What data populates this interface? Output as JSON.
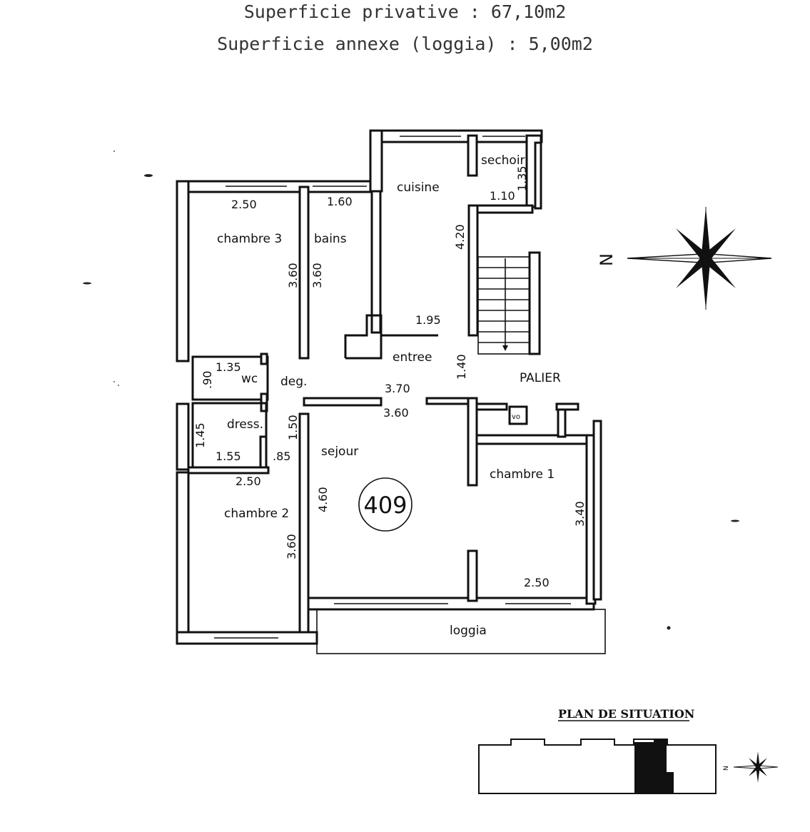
{
  "header": {
    "line1": "Superficie privative : 67,10m2",
    "line2": "Superficie annexe (loggia) : 5,00m2"
  },
  "rooms": {
    "cuisine": "cuisine",
    "sechoir": "sechoir",
    "chambre3": "chambre 3",
    "bains": "bains",
    "entree": "entree",
    "palier": "PALIER",
    "wc": "wc",
    "deg": "deg.",
    "dress": "dress.",
    "sejour": "sejour",
    "chambre1": "chambre 1",
    "chambre2": "chambre 2",
    "loggia": "loggia",
    "vo": "vo"
  },
  "dimensions": {
    "ch3_width": "2.50",
    "bains_width": "1.60",
    "sechoir_height": "1.35",
    "sechoir_width": "1.10",
    "cuisine_length": "4.20",
    "ch3_length": "3.60",
    "bains_length": "3.60",
    "entree_width": "1.95",
    "wc_width": "1.35",
    "wc_height": ".90",
    "entree_depth": "1.40",
    "hall_width": "3.70",
    "sejour_width": "3.60",
    "dress_height": "1.45",
    "deg_length": "1.50",
    "dress_width": "1.55",
    "dress_door": ".85",
    "ch2_width": "2.50",
    "sejour_length": "4.60",
    "ch2_length": "3.60",
    "ch1_length": "3.40",
    "ch1_width": "2.50"
  },
  "lot_number": "409",
  "compass": {
    "north": "N"
  },
  "situation": {
    "title": "PLAN DE SITUATION",
    "north": "N"
  }
}
